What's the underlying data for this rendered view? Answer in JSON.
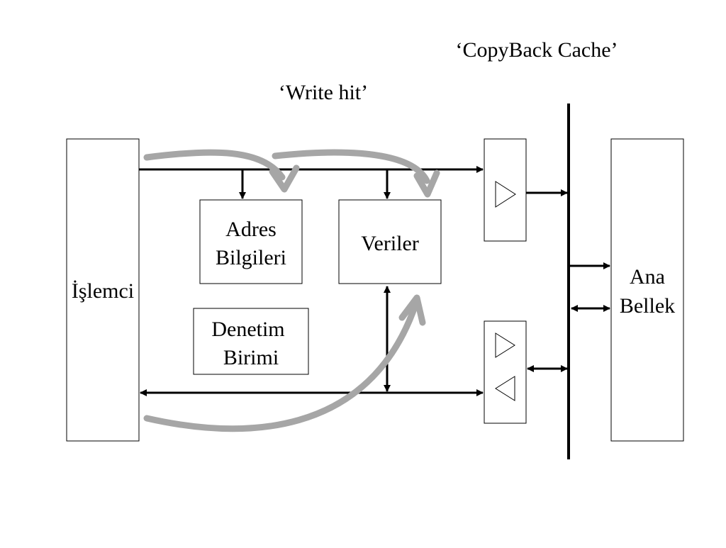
{
  "title": "‘CopyBack Cache’",
  "subtitle": "‘Write hit’",
  "blocks": {
    "cpu": {
      "label": "İşlemci"
    },
    "address": {
      "line1": "Adres",
      "line2": "Bilgileri"
    },
    "data": {
      "label": "Veriler"
    },
    "control": {
      "line1": "Denetim",
      "line2": "Birimi"
    },
    "memory": {
      "line1": "Ana",
      "line2": "Bellek"
    }
  },
  "colors": {
    "line": "#000000",
    "flow": "#a6a6a6"
  }
}
